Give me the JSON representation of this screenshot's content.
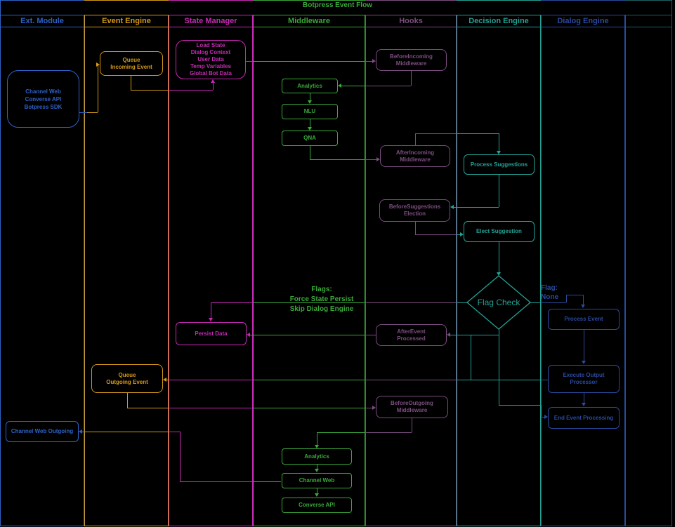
{
  "title": "Botpress Event Flow",
  "colors": {
    "background": "#000000",
    "title": "#3aa83a",
    "ext": "#2d62c7",
    "event": "#d49a18",
    "state": "#c62ab5",
    "middleware": "#3aa83a",
    "hooks": "#7c4d80",
    "decision": "#23a295",
    "dialog": "#2a4aa0",
    "extra": "#1d5f63"
  },
  "lanes": [
    {
      "id": "ext",
      "label": "Ext. Module"
    },
    {
      "id": "event",
      "label": "Event Engine"
    },
    {
      "id": "state",
      "label": "State Manager"
    },
    {
      "id": "middleware",
      "label": "Middleware"
    },
    {
      "id": "hooks",
      "label": "Hooks"
    },
    {
      "id": "decision",
      "label": "Decision Engine"
    },
    {
      "id": "dialog",
      "label": "Dialog Engine"
    },
    {
      "id": "extra",
      "label": ""
    }
  ],
  "nodes": [
    {
      "id": "channel-web-in",
      "lane": "ext",
      "lines": [
        "Channel Web",
        "Converse API",
        "Botpress SDK"
      ]
    },
    {
      "id": "channel-web-outgoing",
      "lane": "ext",
      "lines": [
        "Channel Web Outgoing"
      ]
    },
    {
      "id": "queue-incoming-event",
      "lane": "event",
      "lines": [
        "Queue",
        "Incoming Event"
      ]
    },
    {
      "id": "queue-outgoing-event",
      "lane": "event",
      "lines": [
        "Queue",
        "Outgoing Event"
      ]
    },
    {
      "id": "load-state",
      "lane": "state",
      "lines": [
        "Load State",
        "Dialog Context",
        "User Data",
        "Temp Variables",
        "Global Bot Data"
      ],
      "boldFirst": true
    },
    {
      "id": "persist-data",
      "lane": "state",
      "lines": [
        "Persist Data"
      ]
    },
    {
      "id": "analytics-incoming",
      "lane": "middleware",
      "lines": [
        "Analytics"
      ]
    },
    {
      "id": "nlu",
      "lane": "middleware",
      "lines": [
        "NLU"
      ]
    },
    {
      "id": "qna",
      "lane": "middleware",
      "lines": [
        "QNA"
      ]
    },
    {
      "id": "analytics-outgoing",
      "lane": "middleware",
      "lines": [
        "Analytics"
      ]
    },
    {
      "id": "channel-web-middleware",
      "lane": "middleware",
      "lines": [
        "Channel Web"
      ]
    },
    {
      "id": "converse-api",
      "lane": "middleware",
      "lines": [
        "Converse API"
      ]
    },
    {
      "id": "before-incoming-middleware",
      "lane": "hooks",
      "lines": [
        "BeforeIncoming",
        "Middleware"
      ]
    },
    {
      "id": "after-incoming-middleware",
      "lane": "hooks",
      "lines": [
        "AfterIncoming",
        "Middleware"
      ]
    },
    {
      "id": "before-suggestions-election",
      "lane": "hooks",
      "lines": [
        "BeforeSuggestions",
        "Election"
      ]
    },
    {
      "id": "after-event-processed",
      "lane": "hooks",
      "lines": [
        "AfterEvent",
        "Processed"
      ]
    },
    {
      "id": "before-outgoing-middleware",
      "lane": "hooks",
      "lines": [
        "BeforeOutgoing",
        "Middleware"
      ]
    },
    {
      "id": "process-suggestions",
      "lane": "decision",
      "lines": [
        "Process Suggestions"
      ]
    },
    {
      "id": "elect-suggestion",
      "lane": "decision",
      "lines": [
        "Elect Suggestion"
      ]
    },
    {
      "id": "flag-check",
      "lane": "decision",
      "lines": [
        "Flag Check"
      ],
      "shape": "diamond"
    },
    {
      "id": "process-event",
      "lane": "dialog",
      "lines": [
        "Process Event"
      ]
    },
    {
      "id": "execute-output-processor",
      "lane": "dialog",
      "lines": [
        "Execute Output",
        "Processor"
      ]
    },
    {
      "id": "end-event-processing",
      "lane": "dialog",
      "lines": [
        "End Event Processing"
      ]
    }
  ],
  "labels": {
    "flag_left": {
      "lines": [
        "Flags:",
        "Force State Persist",
        "Skip Dialog Engine"
      ]
    },
    "flag_right": {
      "lines": [
        "Flag:",
        "None"
      ]
    }
  },
  "edges": [
    {
      "from": "channel-web-in",
      "to": "queue-incoming-event"
    },
    {
      "from": "queue-incoming-event",
      "to": "load-state"
    },
    {
      "from": "load-state",
      "to": "before-incoming-middleware"
    },
    {
      "from": "before-incoming-middleware",
      "to": "analytics-incoming"
    },
    {
      "from": "analytics-incoming",
      "to": "nlu"
    },
    {
      "from": "nlu",
      "to": "qna"
    },
    {
      "from": "qna",
      "to": "after-incoming-middleware"
    },
    {
      "from": "after-incoming-middleware",
      "to": "process-suggestions"
    },
    {
      "from": "process-suggestions",
      "to": "before-suggestions-election"
    },
    {
      "from": "before-suggestions-election",
      "to": "elect-suggestion"
    },
    {
      "from": "elect-suggestion",
      "to": "flag-check"
    },
    {
      "from": "flag-check",
      "to": "persist-data",
      "label": "Flags: Force State Persist / Skip Dialog Engine"
    },
    {
      "from": "flag-check",
      "to": "process-event",
      "label": "Flag: None"
    },
    {
      "from": "flag-check",
      "to": "after-event-processed"
    },
    {
      "from": "execute-output-processor",
      "to": "after-event-processed"
    },
    {
      "from": "end-event-processing",
      "to": "after-event-processed"
    },
    {
      "from": "after-event-processed",
      "to": "persist-data"
    },
    {
      "from": "process-event",
      "to": "execute-output-processor"
    },
    {
      "from": "execute-output-processor",
      "to": "end-event-processing"
    },
    {
      "from": "execute-output-processor",
      "to": "queue-outgoing-event"
    },
    {
      "from": "queue-outgoing-event",
      "to": "before-outgoing-middleware"
    },
    {
      "from": "before-outgoing-middleware",
      "to": "analytics-outgoing"
    },
    {
      "from": "analytics-outgoing",
      "to": "channel-web-middleware"
    },
    {
      "from": "channel-web-middleware",
      "to": "converse-api"
    },
    {
      "from": "channel-web-middleware",
      "to": "channel-web-outgoing"
    }
  ]
}
